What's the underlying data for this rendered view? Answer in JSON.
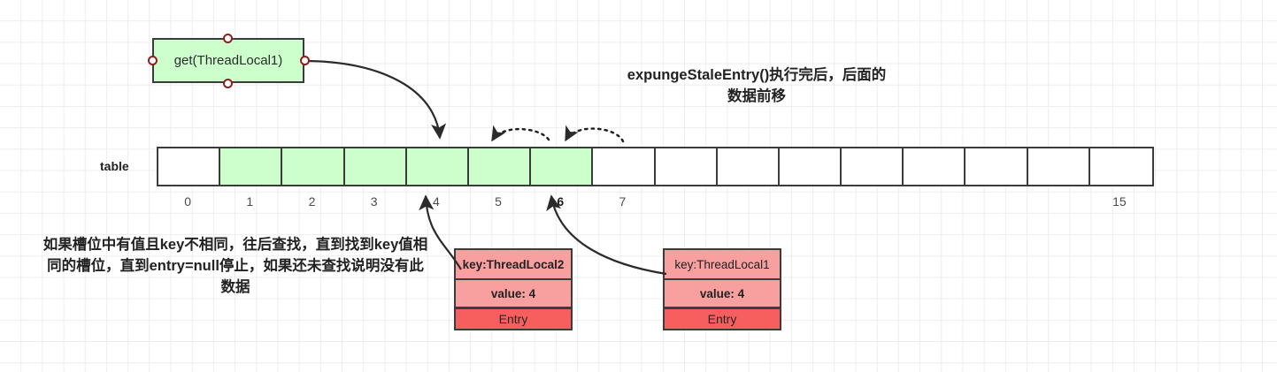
{
  "diagram": {
    "title_note": "expungeStaleEntry()执行完后，后面的数据前移",
    "left_note": "如果槽位中有值且key不相同，往后查找，直到找到key值相同的槽位，直到entry=null停止，如果还未查找说明没有此数据",
    "call_box": {
      "label": "get(ThreadLocal1)"
    },
    "table": {
      "label": "table",
      "size": 16,
      "indices": [
        "0",
        "1",
        "2",
        "3",
        "4",
        "5",
        "6",
        "7",
        "",
        "",
        "",
        "",
        "",
        "",
        "",
        "15"
      ],
      "bold_indices": [
        "6"
      ],
      "cells": [
        {
          "index": "0",
          "state": "empty"
        },
        {
          "index": "1",
          "state": "filled"
        },
        {
          "index": "2",
          "state": "filled"
        },
        {
          "index": "3",
          "state": "filled"
        },
        {
          "index": "4",
          "state": "filled"
        },
        {
          "index": "5",
          "state": "filled"
        },
        {
          "index": "6",
          "state": "filled"
        },
        {
          "index": "7",
          "state": "empty"
        },
        {
          "index": "8",
          "state": "empty"
        },
        {
          "index": "9",
          "state": "empty"
        },
        {
          "index": "10",
          "state": "empty"
        },
        {
          "index": "11",
          "state": "empty"
        },
        {
          "index": "12",
          "state": "empty"
        },
        {
          "index": "13",
          "state": "empty"
        },
        {
          "index": "14",
          "state": "empty"
        },
        {
          "index": "15",
          "state": "empty"
        }
      ]
    },
    "entries": [
      {
        "key_label": "key:ThreadLocal2",
        "key_bold": true,
        "value_label": "value: 4",
        "value_bold": true,
        "band_label": "Entry",
        "points_to_index": "4"
      },
      {
        "key_label": "key:ThreadLocal1",
        "key_bold": false,
        "value_label": "value: 4",
        "value_bold": true,
        "band_label": "Entry",
        "points_to_index": "6"
      }
    ],
    "shift_arrows": [
      {
        "from_index": "6",
        "to_index": "5",
        "style": "dotted"
      },
      {
        "from_index": "7",
        "to_index": "6",
        "style": "dotted"
      }
    ],
    "colors": {
      "filled_cell": "#ccffcc",
      "empty_cell": "#ffffff",
      "entry_kv": "#f8a0a0",
      "entry_band": "#f75f5f",
      "stroke": "#3b3b3b",
      "port_ring": "#8b2020",
      "grid": "#ededed"
    }
  }
}
